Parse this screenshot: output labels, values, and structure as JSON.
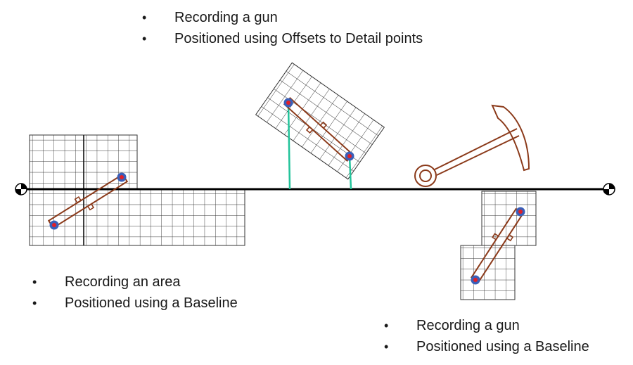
{
  "captions": {
    "top": {
      "bullet": "•",
      "line1": "Recording a gun",
      "line2": "Positioned using Offsets to Detail points"
    },
    "left": {
      "bullet": "•",
      "line1": "Recording an area",
      "line2": "Positioned using a Baseline"
    },
    "right": {
      "bullet": "•",
      "line1": "Recording a gun",
      "line2": "Positioned using a Baseline"
    }
  },
  "colors": {
    "grid": "#333333",
    "baseline": "#000000",
    "gun": "#8b3a1a",
    "offset": "#22c39a",
    "point_outer": "#3a5fb8",
    "point_inner": "#e0202a",
    "anchor": "pickaxe"
  },
  "icons": {
    "datum": "survey-datum-icon",
    "tool": "pickaxe-icon"
  }
}
